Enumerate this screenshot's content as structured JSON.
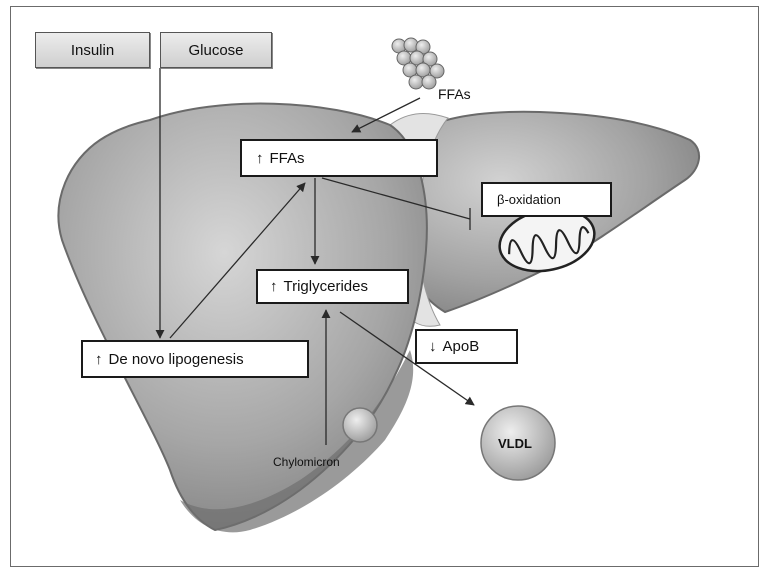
{
  "top_inputs": {
    "insulin": "Insulin",
    "glucose": "Glucose"
  },
  "labels": {
    "ffas_cluster": "FFAs",
    "chylomicron": "Chylomicron",
    "vldl": "VLDL"
  },
  "boxes": {
    "ffas": {
      "arrow": "↑",
      "text": "FFAs"
    },
    "beta_oxidation": {
      "text": "β-oxidation"
    },
    "triglycerides": {
      "arrow": "↑",
      "text": "Triglycerides"
    },
    "apob": {
      "arrow": "↓",
      "text": "ApoB"
    },
    "lipogenesis": {
      "arrow": "↑",
      "text": "De novo lipogenesis"
    }
  },
  "colors": {
    "liver_light": "#c9c9c9",
    "liver_dark": "#7d7d7d",
    "outline": "#1a1a1a",
    "arrow": "#2a2a2a"
  }
}
